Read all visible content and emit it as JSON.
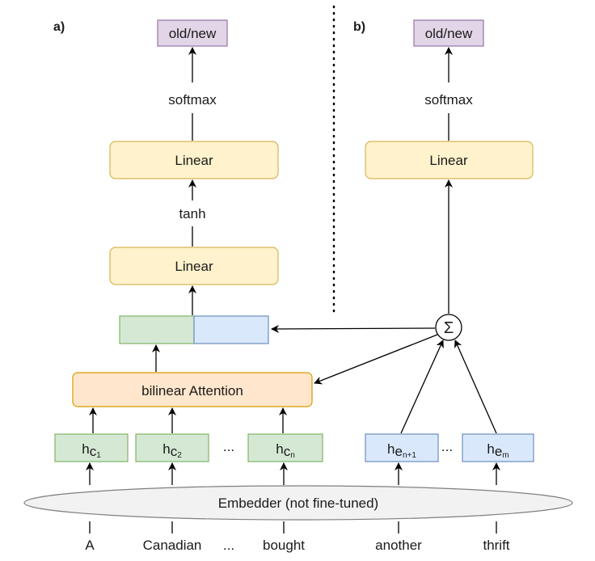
{
  "panels": {
    "a_label": "a)",
    "b_label": "b)"
  },
  "left": {
    "output": "old/new",
    "softmax": "softmax",
    "linear_top": "Linear",
    "tanh": "tanh",
    "linear_bottom": "Linear",
    "attention": "bilinear Attention",
    "tokens": [
      {
        "base": "h",
        "sub1": "c",
        "sub2": "1"
      },
      {
        "base": "h",
        "sub1": "c",
        "sub2": "2"
      },
      {
        "base": "h",
        "sub1": "c",
        "sub2": "n"
      }
    ],
    "ellipsis": "..."
  },
  "right": {
    "output": "old/new",
    "softmax": "softmax",
    "linear": "Linear",
    "sum_symbol": "Σ",
    "tokens": [
      {
        "base": "h",
        "sub1": "e",
        "sub2": "n+1"
      },
      {
        "base": "h",
        "sub1": "e",
        "sub2": "m"
      }
    ],
    "ellipsis": "..."
  },
  "embedder": "Embedder (not fine-tuned)",
  "words": [
    "A",
    "Canadian",
    "...",
    "bought",
    "another",
    "thrift"
  ],
  "colors": {
    "purple_fill": "#e1d5e7",
    "purple_stroke": "#9673a6",
    "yellow_fill": "#fff2cc",
    "yellow_stroke": "#d6b656",
    "orange_fill": "#ffe6cc",
    "orange_stroke": "#d79b00",
    "green_fill": "#d5e8d4",
    "green_stroke": "#82b366",
    "blue_fill": "#dae8fc",
    "blue_stroke": "#6c8ebf",
    "embedder_fill": "#f2f2f2",
    "embedder_stroke": "#7f7f7f"
  }
}
